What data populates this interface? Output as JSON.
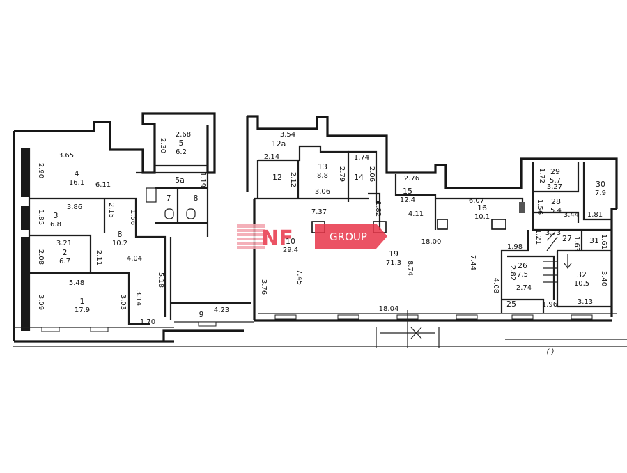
{
  "logo": {
    "mark": "NF",
    "word": "GROUP",
    "color_red": "#e8364a",
    "color_pink": "#f3a3ad"
  },
  "rooms": [
    {
      "id": "r1",
      "num": "1",
      "area": "17.9"
    },
    {
      "id": "r2",
      "num": "2",
      "area": "6.7"
    },
    {
      "id": "r3",
      "num": "3",
      "area": "6.8"
    },
    {
      "id": "r4",
      "num": "4",
      "area": "16.1"
    },
    {
      "id": "r5",
      "num": "5",
      "area": "6.2"
    },
    {
      "id": "r5a",
      "num": "5a",
      "area": ""
    },
    {
      "id": "r7",
      "num": "7",
      "area": ""
    },
    {
      "id": "r8",
      "num": "8",
      "area": ""
    },
    {
      "id": "r8b",
      "num": "8",
      "area": "10.2"
    },
    {
      "id": "r9",
      "num": "9",
      "area": ""
    },
    {
      "id": "r10",
      "num": "10",
      "area": "29.4"
    },
    {
      "id": "r12",
      "num": "12",
      "area": ""
    },
    {
      "id": "r12a",
      "num": "12a",
      "area": ""
    },
    {
      "id": "r13",
      "num": "13",
      "area": "8.8"
    },
    {
      "id": "r14",
      "num": "14",
      "area": ""
    },
    {
      "id": "r15",
      "num": "15",
      "area": "12.4"
    },
    {
      "id": "r16",
      "num": "16",
      "area": "10.1"
    },
    {
      "id": "r19",
      "num": "19",
      "area": "71.3"
    },
    {
      "id": "r25",
      "num": "25",
      "area": ""
    },
    {
      "id": "r26",
      "num": "26",
      "area": "7.5"
    },
    {
      "id": "r27",
      "num": "27",
      "area": ""
    },
    {
      "id": "r28",
      "num": "28",
      "area": "5.4"
    },
    {
      "id": "r29",
      "num": "29",
      "area": "5.7"
    },
    {
      "id": "r30",
      "num": "30",
      "area": "7.9"
    },
    {
      "id": "r31",
      "num": "31",
      "area": ""
    },
    {
      "id": "r32",
      "num": "32",
      "area": "10.5"
    }
  ],
  "dimensions": [
    "3.65",
    "2.90",
    "6.11",
    "3.86",
    "1.85",
    "2.15",
    "3.21",
    "2.08",
    "2.11",
    "1.56",
    "4.04",
    "5.48",
    "3.09",
    "3.03",
    "3.14",
    "1.70",
    "5.18",
    "2.68",
    "2.30",
    "1.19",
    "4.23",
    "3.54",
    "2.14",
    "2.12",
    "2.79",
    "1.74",
    "2.06",
    "3.06",
    "7.37",
    "1.82",
    "2.76",
    "4.11",
    "18.00",
    "6.07",
    "3.76",
    "7.45",
    "8.74",
    "7.44",
    "4.08",
    "18.04",
    "1.56",
    "3.44",
    "1.81",
    "3.27",
    "1.72",
    "3.73",
    "1.98",
    "1.21",
    "1.63",
    "1.61",
    "2.82",
    "2.74",
    "1.96",
    "3.40",
    "3.13"
  ],
  "street_label": "(           )"
}
